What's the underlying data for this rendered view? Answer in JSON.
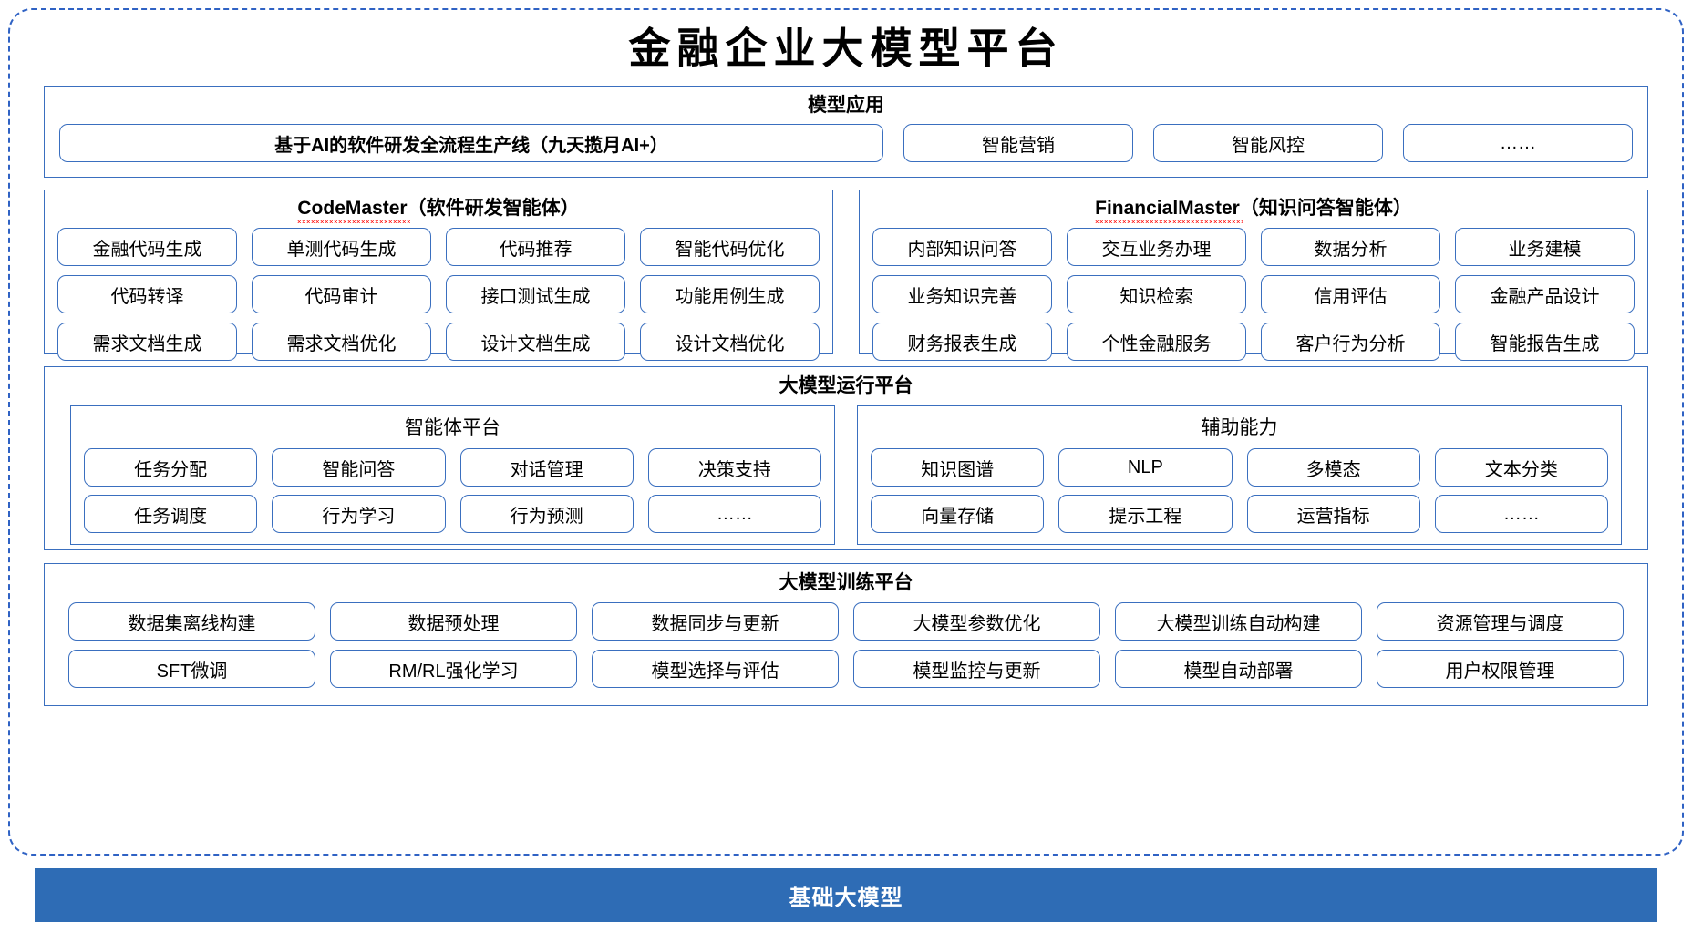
{
  "title": "金融企业大模型平台",
  "colors": {
    "frame_dash": "#2f62c4",
    "box_border": "#3a6fbf",
    "pill_border": "#3a6fbf",
    "banner_bg": "#2e6cb5",
    "banner_text": "#ffffff",
    "spellcheck": "#ff1b1b"
  },
  "application": {
    "title": "模型应用",
    "wide_item": "基于AI的软件研发全流程生产线（九天揽月AI+）",
    "items": [
      "智能营销",
      "智能风控",
      "……"
    ]
  },
  "codemaster": {
    "name": "CodeMaster",
    "suffix": "（软件研发智能体）",
    "rows": [
      [
        "金融代码生成",
        "单测代码生成",
        "代码推荐",
        "智能代码优化"
      ],
      [
        "代码转译",
        "代码审计",
        "接口测试生成",
        "功能用例生成"
      ],
      [
        "需求文档生成",
        "需求文档优化",
        "设计文档生成",
        "设计文档优化"
      ]
    ]
  },
  "financialmaster": {
    "name": "FinancialMaster",
    "suffix": "（知识问答智能体）",
    "rows": [
      [
        "内部知识问答",
        "交互业务办理",
        "数据分析",
        "业务建模"
      ],
      [
        "业务知识完善",
        "知识检索",
        "信用评估",
        "金融产品设计"
      ],
      [
        "财务报表生成",
        "个性金融服务",
        "客户行为分析",
        "智能报告生成"
      ]
    ]
  },
  "runtime": {
    "title": "大模型运行平台",
    "panels": [
      {
        "title": "智能体平台",
        "rows": [
          [
            "任务分配",
            "智能问答",
            "对话管理",
            "决策支持"
          ],
          [
            "任务调度",
            "行为学习",
            "行为预测",
            "……"
          ]
        ]
      },
      {
        "title": "辅助能力",
        "rows": [
          [
            "知识图谱",
            "NLP",
            "多模态",
            "文本分类"
          ],
          [
            "向量存储",
            "提示工程",
            "运营指标",
            "……"
          ]
        ]
      }
    ]
  },
  "training": {
    "title": "大模型训练平台",
    "rows": [
      [
        "数据集离线构建",
        "数据预处理",
        "数据同步与更新",
        "大模型参数优化",
        "大模型训练自动构建",
        "资源管理与调度"
      ],
      [
        "SFT微调",
        "RM/RL强化学习",
        "模型选择与评估",
        "模型监控与更新",
        "模型自动部署",
        "用户权限管理"
      ]
    ]
  },
  "banner": {
    "label": "基础大模型"
  }
}
